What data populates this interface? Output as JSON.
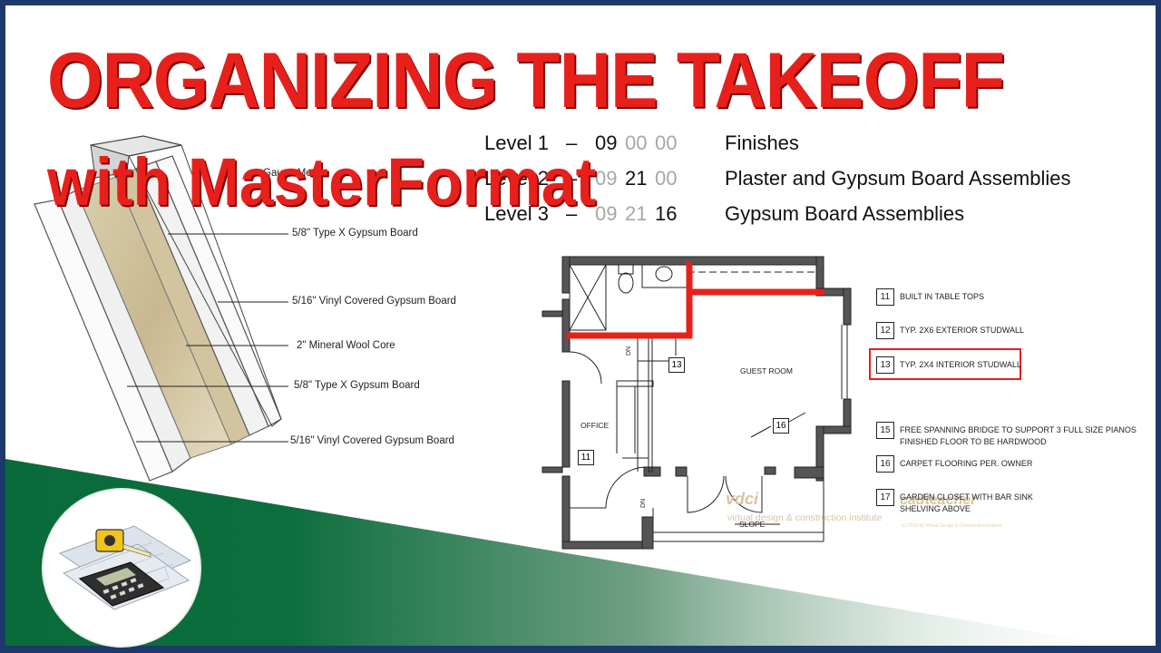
{
  "title": "ORGANIZING THE TAKEOFF",
  "subtitle": "with MasterFormat",
  "levels": [
    {
      "name": "Level 1",
      "dash": "–",
      "c1": "09",
      "c2": "00",
      "c3": "00",
      "desc": "Finishes"
    },
    {
      "name": "Level 2",
      "dash": "–",
      "c1": "09",
      "c2": "21",
      "c3": "00",
      "desc": "Plaster and Gypsum Board Assemblies"
    },
    {
      "name": "Level 3",
      "dash": "–",
      "c1": "09",
      "c2": "21",
      "c3": "16",
      "desc": "Gypsum Board Assemblies"
    }
  ],
  "wall_section": {
    "top_label": "Gauge Metal",
    "labels": [
      "5/8\" Type X Gypsum Board",
      "5/16\" Vinyl Covered Gypsum Board",
      "2\" Mineral Wool Core",
      "5/8\" Type X Gypsum Board",
      "5/16\" Vinyl Covered Gypsum Board"
    ]
  },
  "floor_plan": {
    "rooms": [
      "GUEST ROOM",
      "OFFICE"
    ],
    "tags": [
      "13",
      "16",
      "11"
    ],
    "dn": "DN",
    "slope": "SLOPE"
  },
  "legend": [
    {
      "num": "11",
      "text": "BUILT IN TABLE TOPS"
    },
    {
      "num": "12",
      "text": "TYP. 2X6 EXTERIOR STUDWALL"
    },
    {
      "num": "13",
      "text": "TYP. 2X4 INTERIOR STUDWALL"
    },
    {
      "num": "15",
      "text": "FREE SPANNING BRIDGE TO SUPPORT 3 FULL SIZE PIANOS",
      "text2": "FINISHED FLOOR TO BE HARDWOOD"
    },
    {
      "num": "16",
      "text": "CARPET FLOORING PER. OWNER"
    },
    {
      "num": "17",
      "text": "GARDEN CLOSET WITH BAR SINK",
      "text2": "SHELVING ABOVE"
    }
  ],
  "watermark": {
    "brand": "vdci",
    "name": "virtual design & construction institute",
    "brand2": "cadteacher",
    "copyright": "(c) 2016 by Virtual Design & Construction Institute"
  },
  "colors": {
    "title_red": "#e8201c",
    "frame_navy": "#1b3a6b",
    "wedge_green": "#0a6b3a",
    "highlight_red": "#e8201c"
  },
  "icons": [
    "calculator-icon",
    "tape-measure-icon",
    "blueprint-icon"
  ]
}
